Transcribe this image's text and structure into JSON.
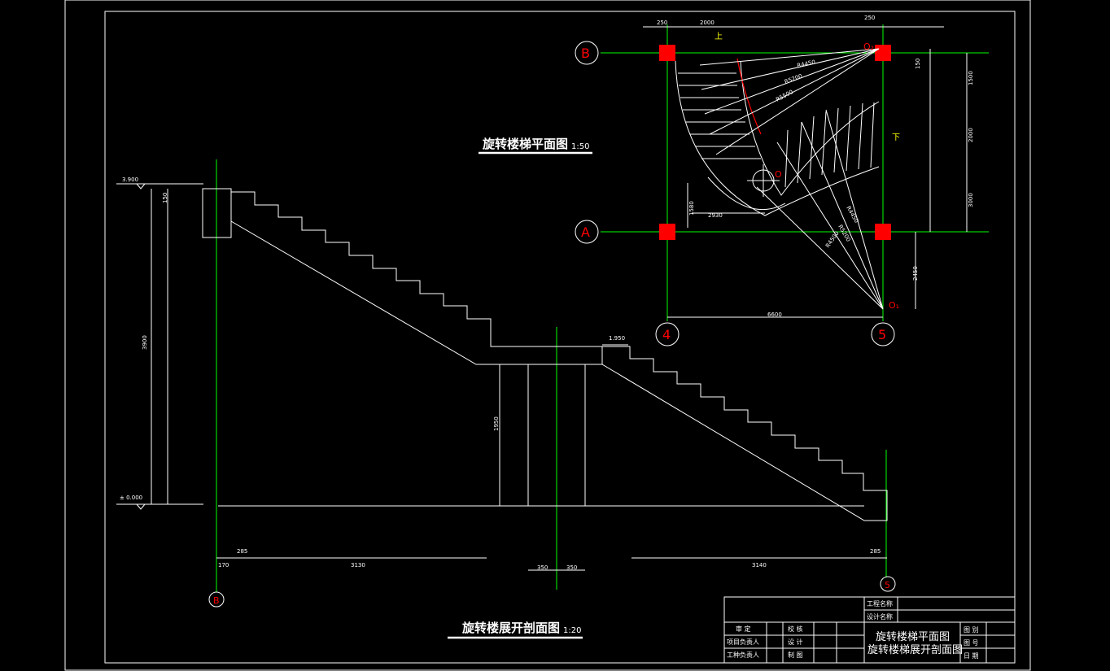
{
  "plan": {
    "title": "旋转楼梯平面图",
    "scale": "1:50",
    "axes": {
      "B": "B",
      "A": "A",
      "x4": "4",
      "x5": "5"
    },
    "dims": {
      "top_left_250": "250",
      "top_2000": "2000",
      "top_right_250": "250",
      "right_150": "150",
      "right_1500": "1500",
      "right_2000": "2000",
      "right_3000": "3000",
      "left_1580": "1580",
      "mid_2930": "2930",
      "right_2450": "2450",
      "bottom_6600": "6600"
    },
    "radii": [
      "R4450",
      "R5200",
      "R5500",
      "R4450",
      "R5200",
      "R4500"
    ],
    "markers": {
      "up_top": "上",
      "down_right": "下",
      "o2": "O₂",
      "o1": "O₁",
      "o": "O"
    }
  },
  "section": {
    "title": "旋转楼展开剖面图",
    "scale": "1:20",
    "levels": {
      "top": "3.900",
      "mid": "1.950",
      "bottom": "± 0.000"
    },
    "riser_label": "150",
    "height_total": "3900",
    "landing_height": "1950",
    "left_tread": "285",
    "left_run": "3130",
    "left_offset": "170",
    "landing_half": "350",
    "right_run": "3140",
    "right_tread": "285",
    "axis_left": "B",
    "axis_right": "5"
  },
  "title_block": {
    "project_name_label": "工程名称",
    "design_name_label": "设计名称",
    "approve": "审 定",
    "check": "校 核",
    "project_lead": "项目负责人",
    "design": "设 计",
    "discipline_lead": "工种负责人",
    "drawing": "制 图",
    "drawing_title_1": "旋转楼梯平面图",
    "drawing_title_2": "旋转楼梯展开剖面图",
    "sheet_cat": "图 别",
    "sheet_no": "图 号",
    "date": "日 期"
  },
  "colors": {
    "background": "#000000",
    "lines": "#ffffff",
    "axes": "#00ff00",
    "columns": "#ff0000",
    "arc": "#ff0000",
    "markers": "#ffff00"
  }
}
